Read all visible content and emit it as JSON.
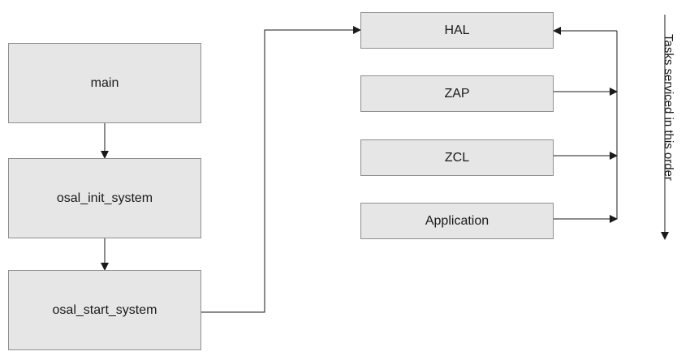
{
  "nodes": {
    "main": "main",
    "init": "osal_init_system",
    "start": "osal_start_system",
    "hal": "HAL",
    "zap": "ZAP",
    "zcl": "ZCL",
    "app": "Application"
  },
  "order_label": "Tasks serviced in this order",
  "colors": {
    "box_fill": "#e6e6e6",
    "box_border": "#8f8f8f",
    "line": "#1a1a1a"
  }
}
